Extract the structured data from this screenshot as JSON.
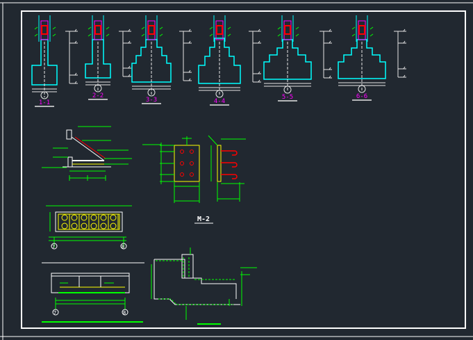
{
  "drawing": {
    "colors": {
      "background": "#212830",
      "frame": "#ffffff",
      "concrete": "#00ffff",
      "dimension": "#00ff00",
      "rebar": "#ff0000",
      "column": "#ff00ff",
      "label": "#ff00ff",
      "embed": "#ffff00",
      "line": "#e6e6e6"
    },
    "section_labels": [
      "1-1",
      "2-2",
      "3-3",
      "4-4",
      "5-5",
      "6-6"
    ],
    "detail_label": "M-2",
    "axis_bubbles": [
      "7",
      "8"
    ]
  }
}
